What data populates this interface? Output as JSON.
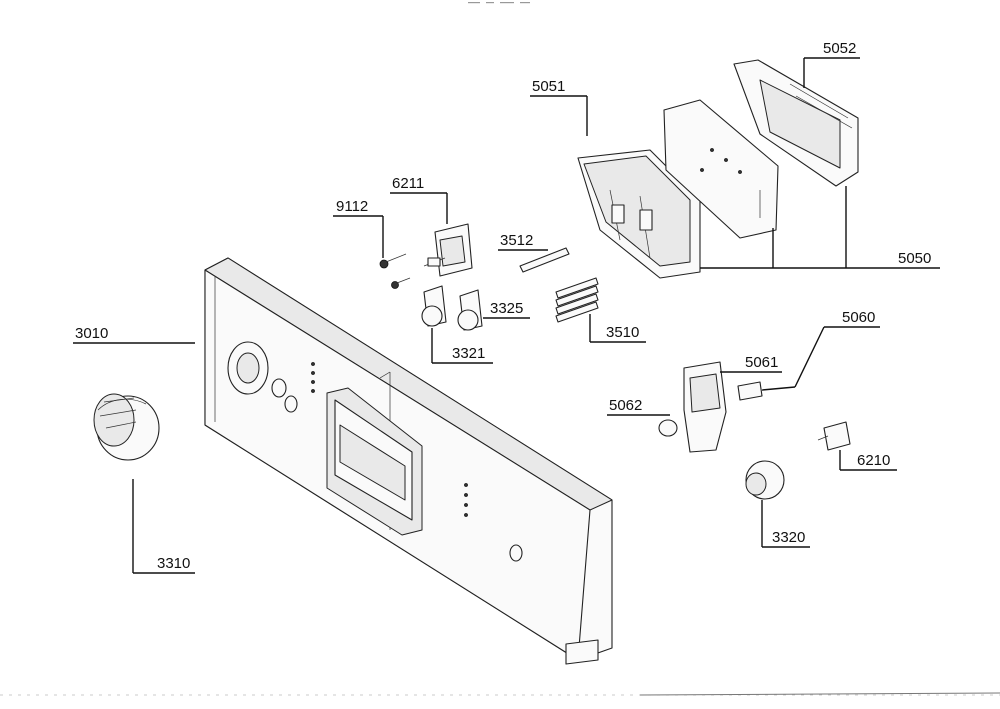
{
  "diagram": {
    "callouts": {
      "c3010": "3010",
      "c3310": "3310",
      "c9112": "9112",
      "c6211": "6211",
      "c3512": "3512",
      "c3325": "3325",
      "c3321": "3321",
      "c3510": "3510",
      "c5051": "5051",
      "c5052": "5052",
      "c5050": "5050",
      "c5060": "5060",
      "c5061": "5061",
      "c5062": "5062",
      "c6210": "6210",
      "c3320": "3320"
    }
  }
}
